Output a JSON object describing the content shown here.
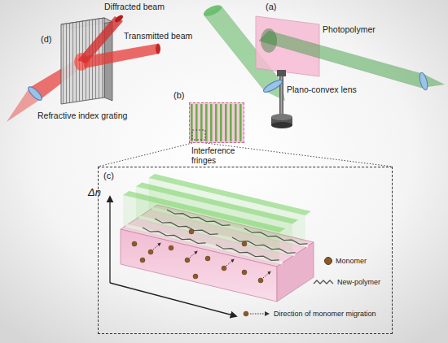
{
  "diagram": {
    "nodes": [
      {
        "text": [
          "(b)",
          "Interference fringes"
        ]
      },
      {
        "text": [
          "(c)"
        ]
      }
    ],
    "edges": [
      {
        "from": 0,
        "to": 1,
        "arrow": "none"
      },
      {
        "from": 0,
        "to": 1,
        "arrow": "none"
      }
    ],
    "labels": [
      "(a)",
      "Photopolymer",
      "Plano-convex lens",
      "(d)",
      "Diffracted beam",
      "Transmitted beam",
      "Refractive index grating",
      "Δn"
    ],
    "legend": [
      {
        "text": "Monomer",
        "color": "#8b5a2b"
      },
      {
        "text": "New-polymer"
      },
      {
        "text": "Direction of monomer migration"
      }
    ]
  }
}
